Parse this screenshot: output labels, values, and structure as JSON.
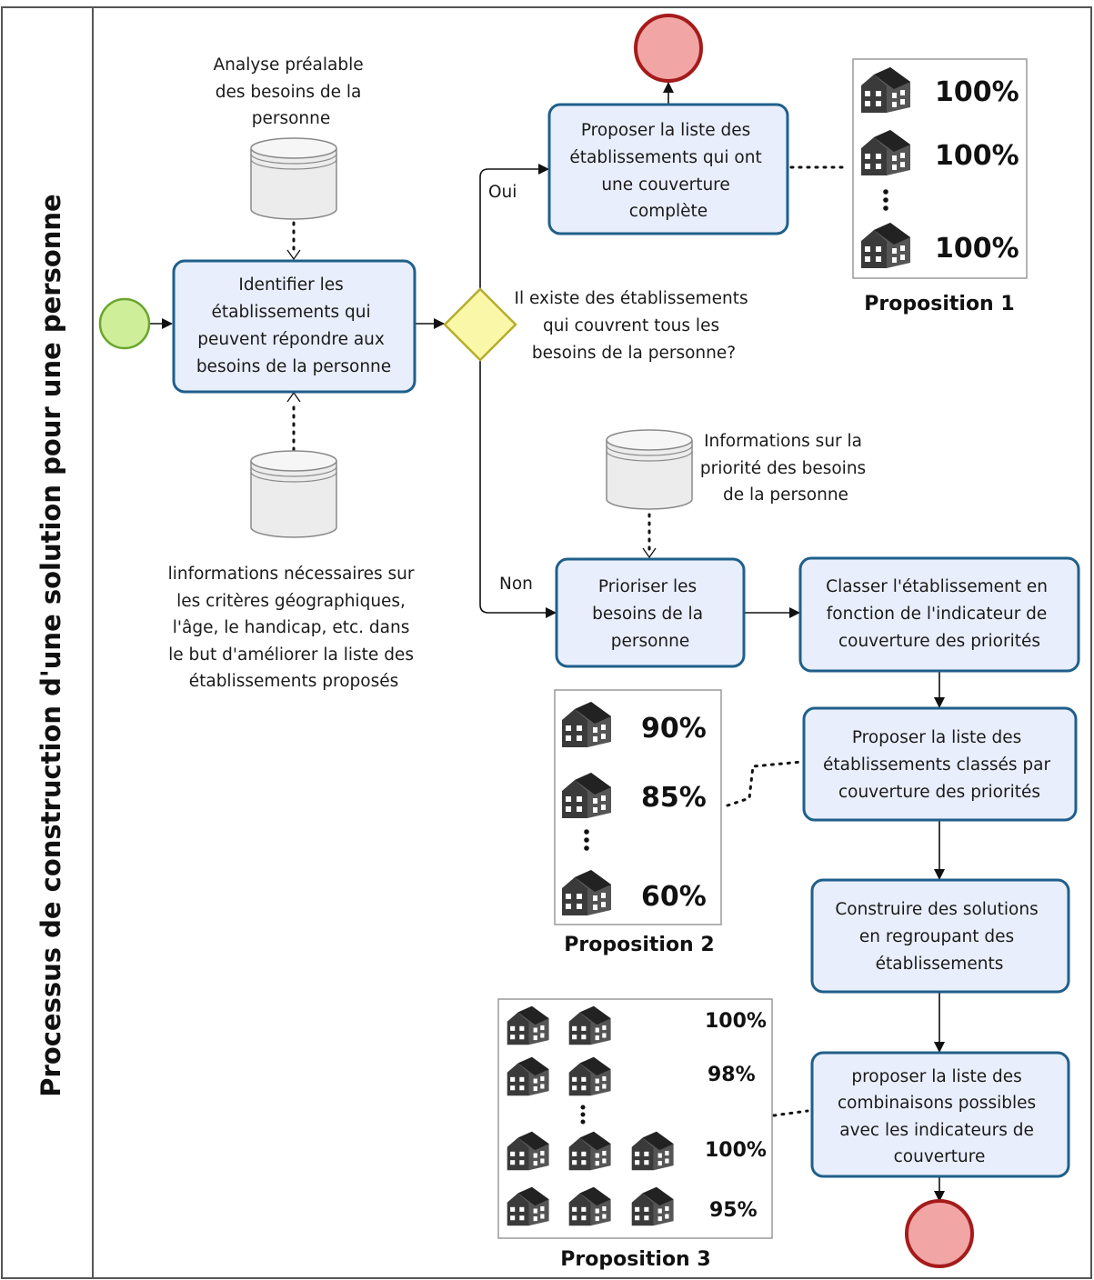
{
  "pool": {
    "title": "Processus de construction d'une solution pour une personne"
  },
  "tasks": {
    "identifier": [
      "Identifier les",
      "établissements qui",
      "peuvent répondre aux",
      "besoins de la personne"
    ],
    "proposer_complete": [
      "Proposer la liste des",
      "établissements qui ont",
      "une couverture",
      "complète"
    ],
    "prioriser": [
      "Prioriser les",
      "besoins de la",
      "personne"
    ],
    "classer": [
      "Classer l'établissement en",
      "fonction de l'indicateur de",
      "couverture des priorités"
    ],
    "proposer_classes": [
      "Proposer la liste des",
      "établissements classés par",
      "couverture des priorités"
    ],
    "construire": [
      "Construire des solutions",
      "en regroupant des",
      "établissements"
    ],
    "proposer_combinaisons": [
      "proposer la liste des",
      "combinaisons possibles",
      "avec les indicateurs de",
      "couverture"
    ]
  },
  "gateway": {
    "question": [
      "Il existe des établissements",
      "qui couvrent tous les",
      "besoins de la personne?"
    ],
    "yes_label": "Oui",
    "no_label": "Non"
  },
  "data_stores": {
    "analyse": [
      "Analyse préalable",
      "des besoins de la",
      "personne"
    ],
    "informations": [
      "linformations nécessaires sur",
      "les critères géographiques,",
      "l'âge, le handicap, etc. dans",
      "le but d'améliorer la liste des",
      "établissements proposés"
    ],
    "priorite": [
      "Informations sur la",
      "priorité des besoins",
      "de la personne"
    ]
  },
  "propositions": {
    "p1": {
      "title": "Proposition 1",
      "values": [
        "100%",
        "100%",
        "100%"
      ]
    },
    "p2": {
      "title": "Proposition 2",
      "values": [
        "90%",
        "85%",
        "60%"
      ]
    },
    "p3": {
      "title": "Proposition 3",
      "values": [
        "100%",
        "98%",
        "100%",
        "95%"
      ]
    }
  },
  "icons": {
    "start_event": "start-event-icon",
    "end_event": "end-event-icon",
    "gateway": "exclusive-gateway-icon",
    "data_store": "database-icon",
    "building": "building-icon"
  },
  "colors": {
    "task_fill": "#e8eefb",
    "task_stroke": "#1f5f8b",
    "start_fill": "#cfee9a",
    "start_stroke": "#6aa62c",
    "end_fill": "#f2a5a5",
    "end_stroke": "#a51b1b",
    "gateway_fill": "#fbf7a8",
    "gateway_stroke": "#b5ad2c"
  }
}
